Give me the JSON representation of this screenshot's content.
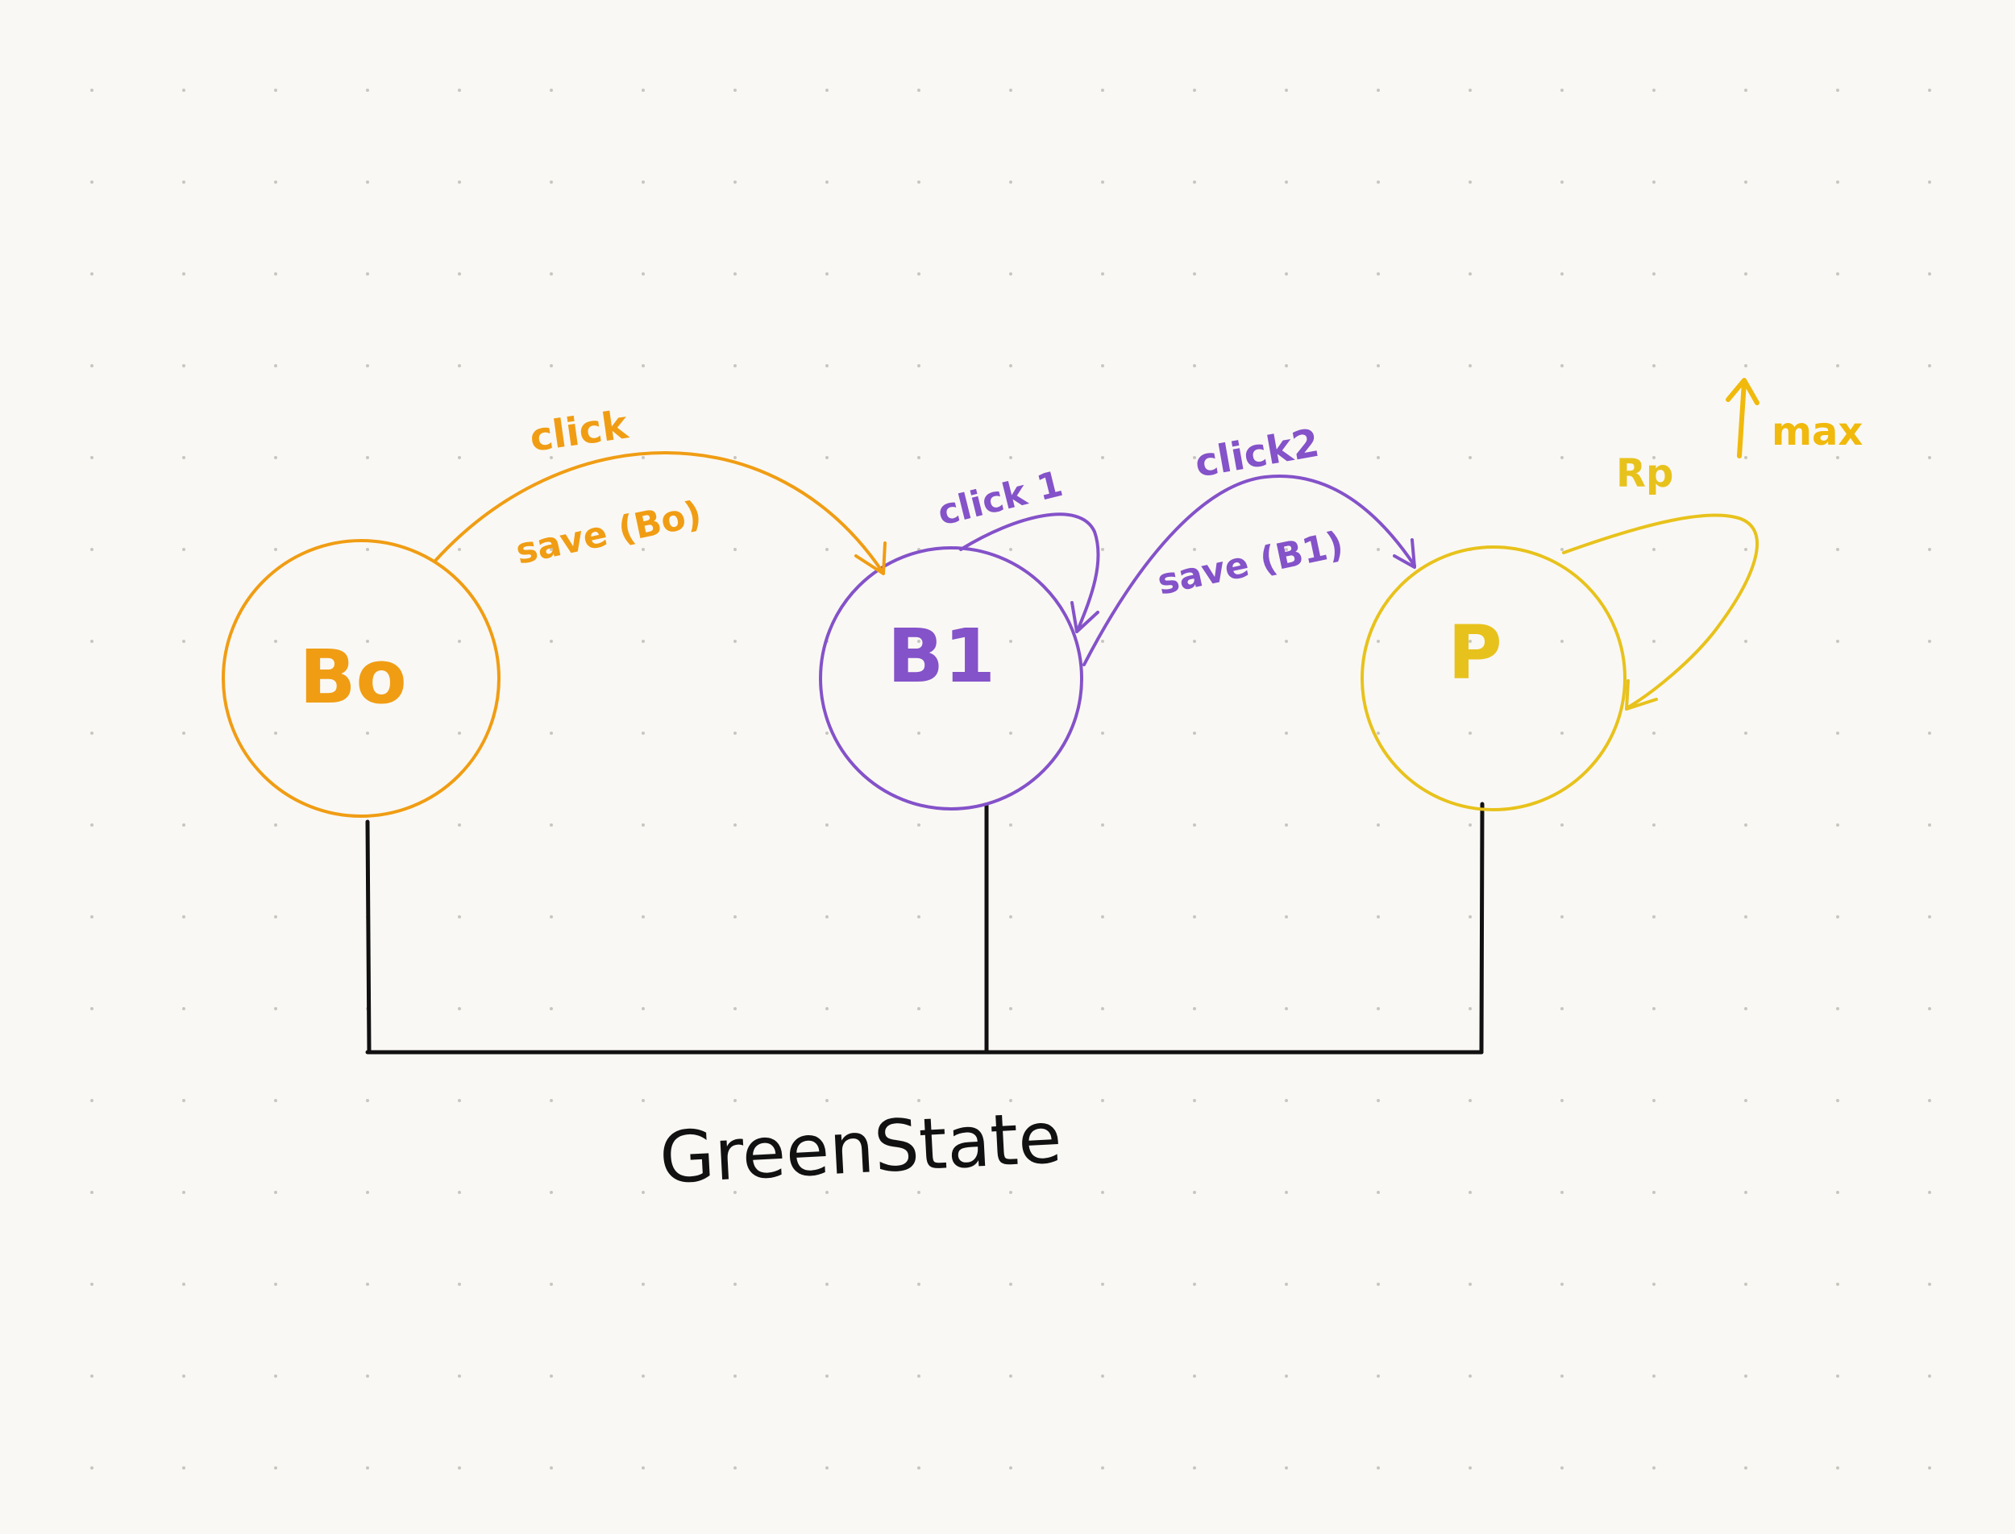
{
  "colors": {
    "background": "#faf8f4",
    "grid_dot": "#c9c6bf",
    "b0": "#f09d14",
    "b1": "#8452c9",
    "p": "#e8c21c",
    "bus": "#111111",
    "caption": "#111111"
  },
  "states": {
    "b0": {
      "label": "Bo"
    },
    "b1": {
      "label": "B1"
    },
    "p": {
      "label": "P"
    }
  },
  "transitions": {
    "b0_to_b1": {
      "event": "click",
      "action": "save (Bo)"
    },
    "b1_self": {
      "event": "click 1"
    },
    "b1_to_p": {
      "event": "click2",
      "action": "save (B1)"
    },
    "p_self": {
      "event": "Rp",
      "annotation": "max"
    }
  },
  "bus": {
    "label": "GreenState"
  }
}
